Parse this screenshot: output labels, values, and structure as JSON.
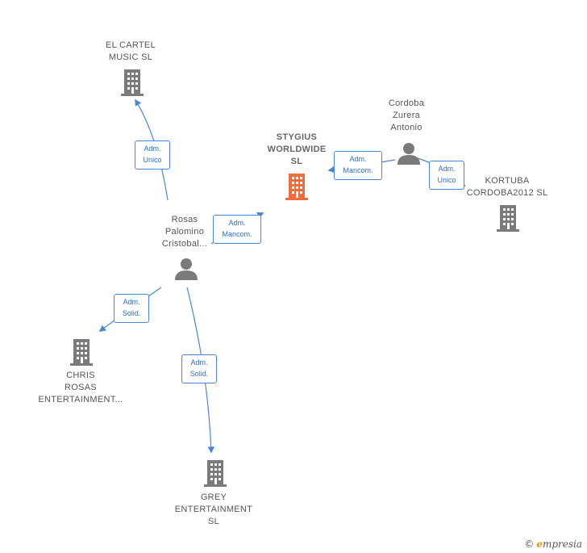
{
  "colors": {
    "edge": "#4a86d6",
    "node_gray": "#7a7a7a",
    "node_main": "#f26b3a"
  },
  "nodes": {
    "el_cartel": {
      "label": "EL CARTEL\nMUSIC  SL",
      "icon": "building-icon"
    },
    "stygius": {
      "label": "STYGIUS\nWORLDWIDE\nSL",
      "icon": "building-icon"
    },
    "cordoba": {
      "label": "Cordoba\nZurera\nAntonio",
      "icon": "person-icon"
    },
    "kortuba": {
      "label": "KORTUBA\nCORDOBA2012 SL",
      "icon": "building-icon"
    },
    "rosas": {
      "label": "Rosas\nPalomino\nCristobal...",
      "icon": "person-icon"
    },
    "chris": {
      "label": "CHRIS\nROSAS\nENTERTAINMENT...",
      "icon": "building-icon"
    },
    "grey": {
      "label": "GREY\nENTERTAINMENT\nSL",
      "icon": "building-icon"
    }
  },
  "relations": {
    "rosas_elcartel": "Adm.\nUnico",
    "rosas_stygius": "Adm.\nMancom.",
    "cordoba_stygius": "Adm.\nMancom.",
    "cordoba_kortuba": "Adm.\nUnico",
    "rosas_chris": "Adm.\nSolid.",
    "rosas_grey": "Adm.\nSolid."
  },
  "brand": {
    "copyright": "©",
    "initial": "e",
    "rest": "mpresia"
  }
}
